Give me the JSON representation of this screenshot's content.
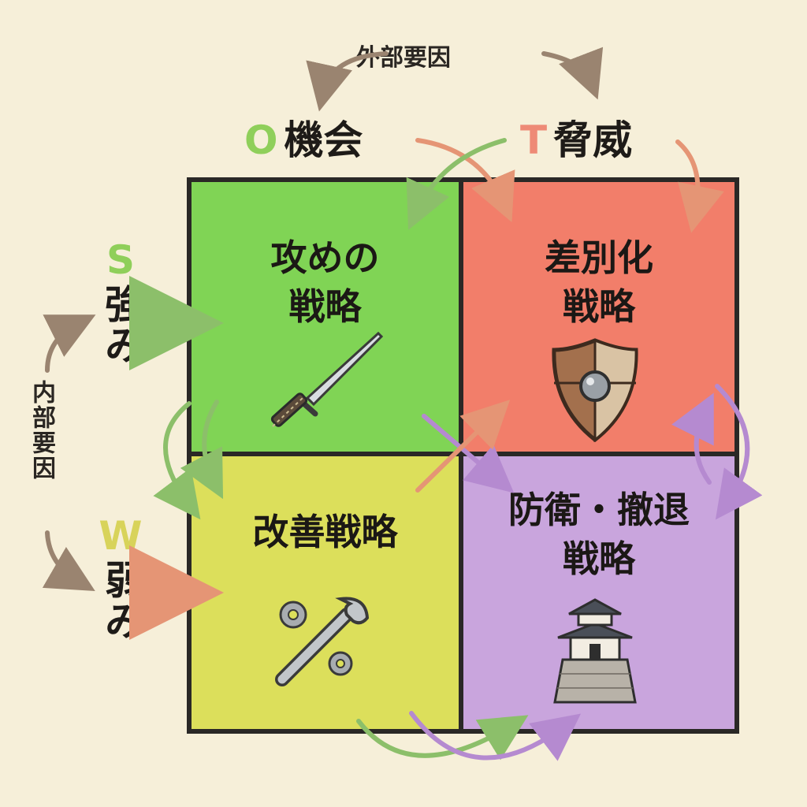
{
  "top_axis": {
    "label": "外部要因"
  },
  "opportunity": {
    "letter": "O",
    "text": "機会",
    "color": "#8fcf5a"
  },
  "threat": {
    "letter": "T",
    "text": "脅威",
    "color": "#ee8a76"
  },
  "strength": {
    "letter": "S",
    "text": "強み",
    "color": "#8fcf5a"
  },
  "weakness": {
    "letter": "W",
    "text": "弱み",
    "color": "#d8d35a"
  },
  "left_axis": {
    "label": "内部要因"
  },
  "quadrants": {
    "so": {
      "line1": "攻めの",
      "line2": "戦略",
      "icon": "sword-icon",
      "color": "#80d455"
    },
    "st": {
      "line1": "差別化",
      "line2": "戦略",
      "icon": "shield-icon",
      "color": "#f27e6a"
    },
    "wo": {
      "line1": "改善戦略",
      "line2": "",
      "icon": "wrench-gears-icon",
      "color": "#dcdf5b"
    },
    "wt": {
      "line1": "防衛・撤退",
      "line2": "戦略",
      "icon": "castle-icon",
      "color": "#c9a5dd"
    }
  }
}
